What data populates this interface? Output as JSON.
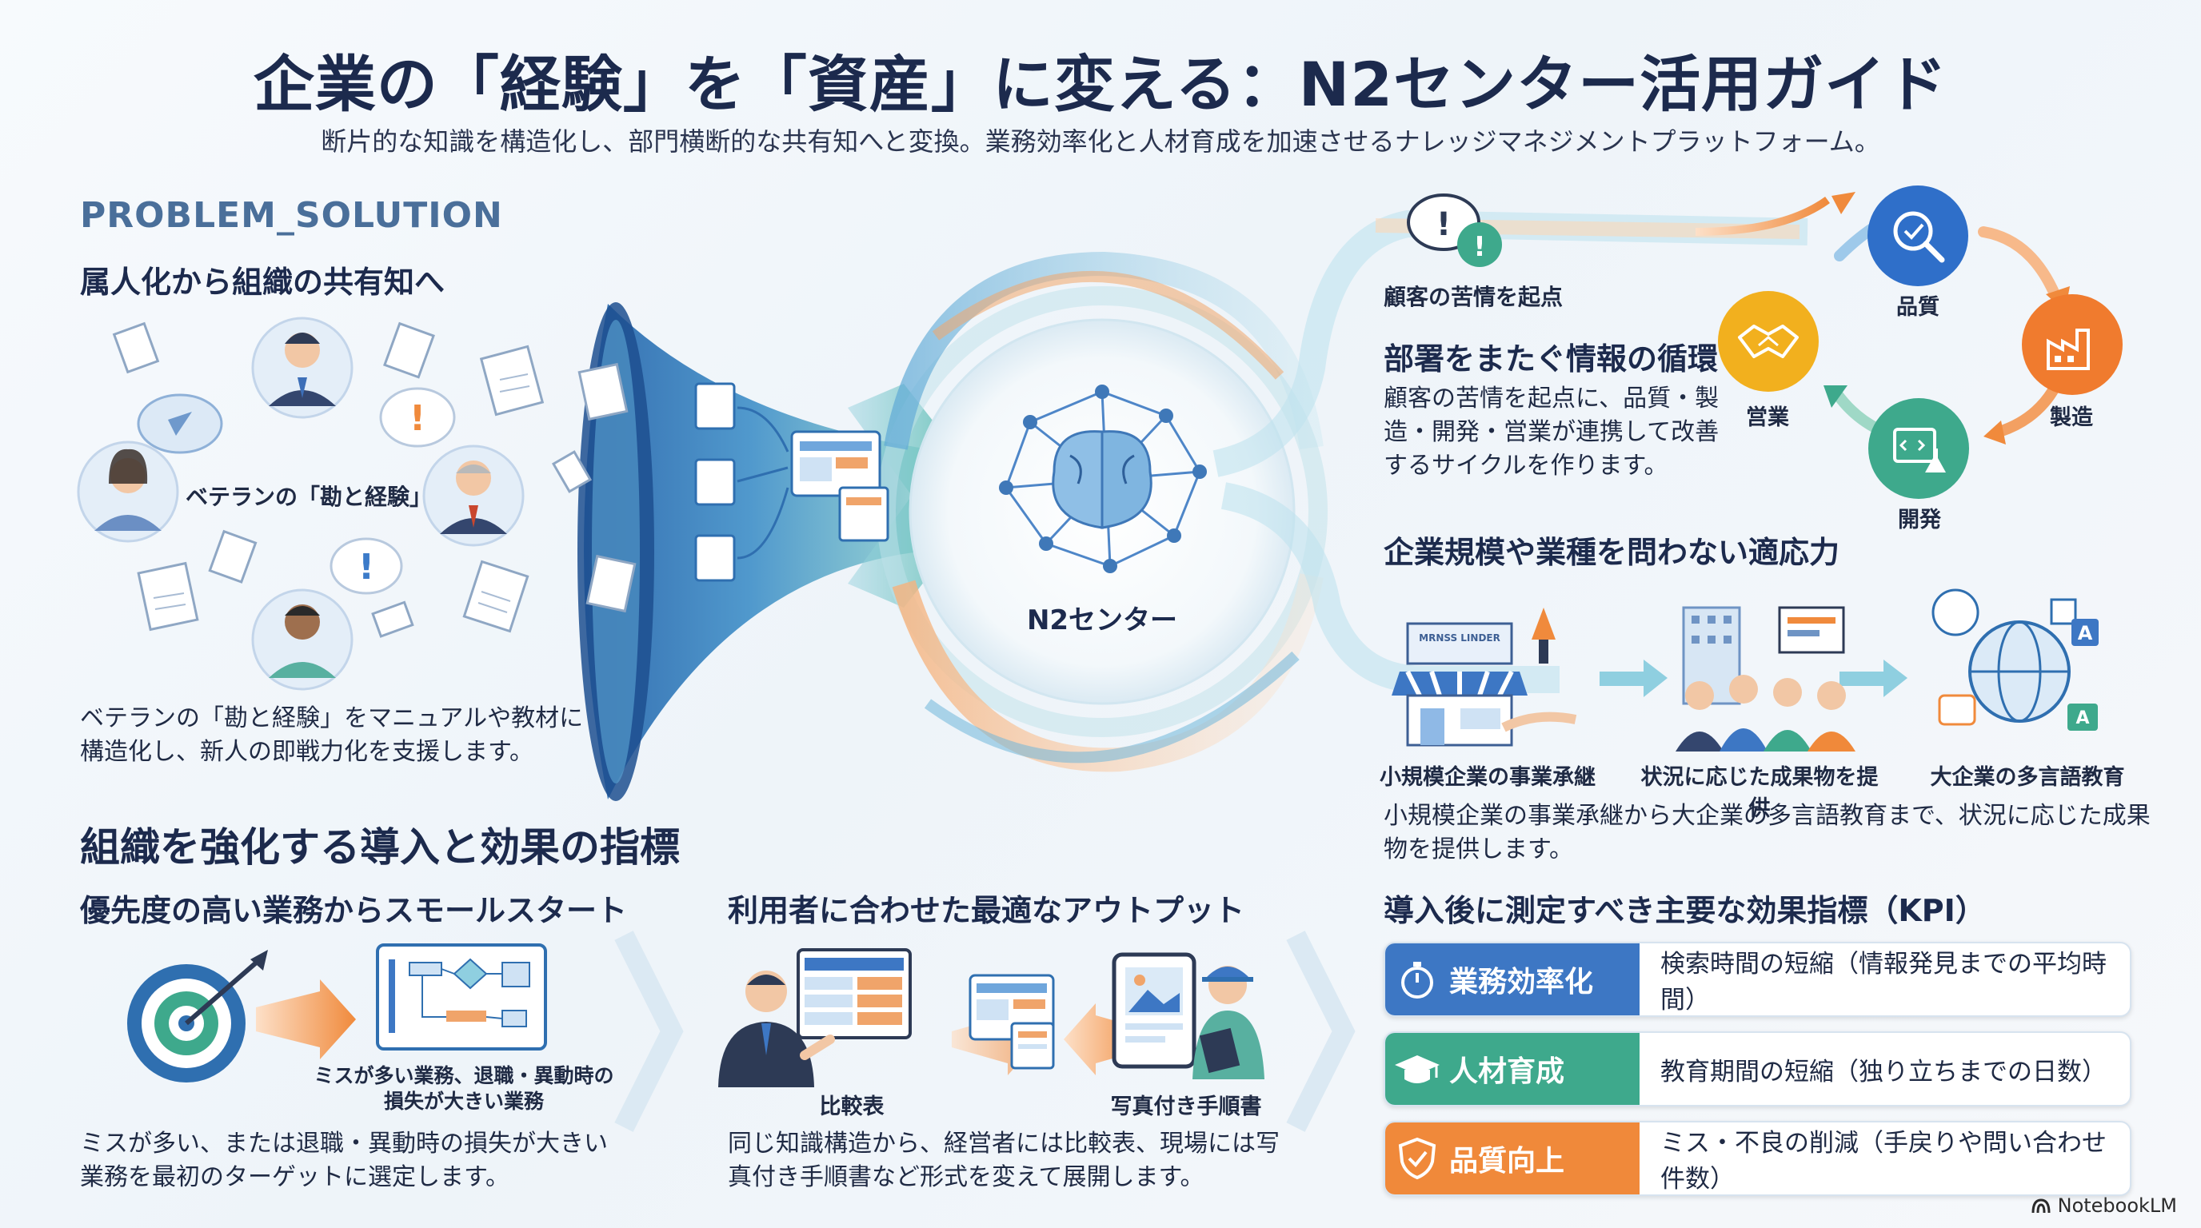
{
  "header": {
    "title": "企業の「経験」を「資産」に変える：N2センター活用ガイド",
    "subtitle": "断片的な知識を構造化し、部門横断的な共有知へと変換。業務効率化と人材育成を加速させるナレッジマネジメントプラットフォーム。"
  },
  "problem": {
    "tag": "PROBLEM_SOLUTION",
    "heading": "属人化から組織の共有知へ",
    "veteran_label": "ベテランの「勘と経験」",
    "description": "ベテランの「勘と経験」をマニュアルや教材に構造化し、新人の即戦力化を支援します。"
  },
  "center": {
    "label": "N2センター"
  },
  "cycle": {
    "origin_label": "顧客の苦情を起点",
    "heading": "部署をまたぐ情報の循環",
    "description": "顧客の苦情を起点に、品質・製造・開発・営業が連携して改善するサイクルを作ります。",
    "nodes": {
      "quality": "品質",
      "manufacturing": "製造",
      "development": "開発",
      "sales": "営業"
    },
    "colors": {
      "quality": "#2f6fc9",
      "manufacturing": "#f07b2e",
      "development": "#3ea98c",
      "sales": "#f2b01e"
    }
  },
  "adapt": {
    "heading": "企業規模や業種を問わない適応力",
    "shop_sign": "MRNSS LINDER",
    "items": [
      "小規模企業の事業承継",
      "状況に応じた成果物を提供",
      "大企業の多言語教育"
    ],
    "description": "小規模企業の事業承継から大企業の多言語教育まで、状況に応じた成果物を提供します。"
  },
  "intro": {
    "heading": "組織を強化する導入と効果の指標",
    "small_start": {
      "heading": "優先度の高い業務からスモールスタート",
      "flow_label": "ミスが多い業務、退職・異動時の損失が大きい業務",
      "description": "ミスが多い、または退職・異動時の損失が大きい業務を最初のターゲットに選定します。"
    },
    "output": {
      "heading": "利用者に合わせた最適なアウトプット",
      "left_label": "比較表",
      "right_label": "写真付き手順書",
      "description": "同じ知識構造から、経営者には比較表、現場には写真付き手順書など形式を変えて展開します。"
    }
  },
  "kpi": {
    "heading": "導入後に測定すべき主要な効果指標（KPI）",
    "rows": [
      {
        "name": "業務効率化",
        "desc": "検索時間の短縮（情報発見までの平均時間）",
        "color": "#3d77c4",
        "icon": "stopwatch-icon"
      },
      {
        "name": "人材育成",
        "desc": "教育期間の短縮（独り立ちまでの日数）",
        "color": "#3ea98c",
        "icon": "graduation-cap-icon"
      },
      {
        "name": "品質向上",
        "desc": "ミス・不良の削減（手戻りや問い合わせ件数）",
        "color": "#f0893a",
        "icon": "shield-check-icon"
      }
    ]
  },
  "footer": {
    "brand": "NotebookLM"
  }
}
